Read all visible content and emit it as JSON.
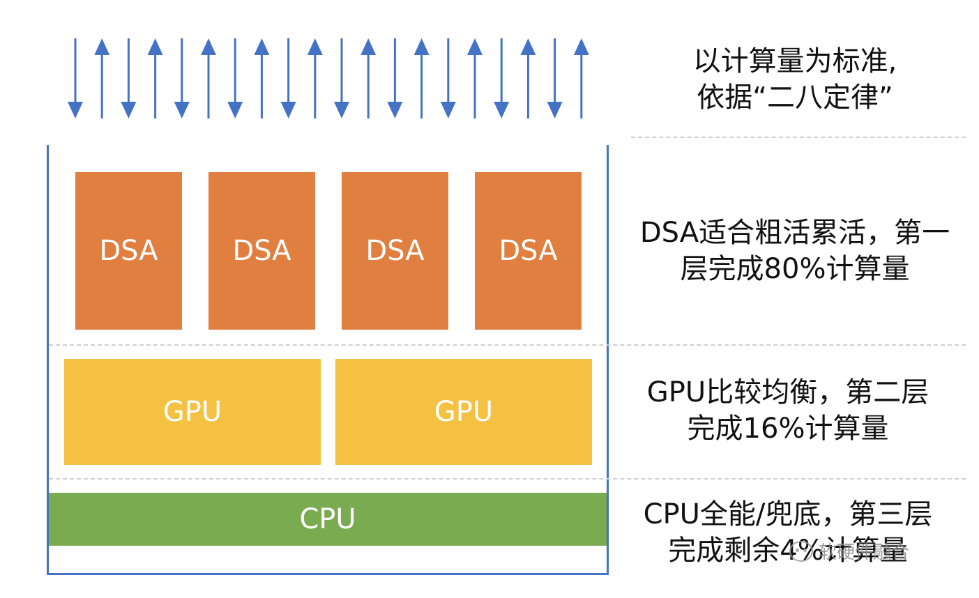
{
  "diagram": {
    "colors": {
      "arrow": "#4472c4",
      "frame": "#4472c4",
      "dsa": "#e07f3f",
      "gpu": "#f4c142",
      "cpu": "#7aab51",
      "divider": "#cfcfcf"
    },
    "arrows": [
      "down",
      "up",
      "down",
      "up",
      "down",
      "up",
      "down",
      "up",
      "down",
      "up",
      "down",
      "up",
      "down",
      "up",
      "down",
      "up",
      "down",
      "up",
      "down",
      "up"
    ],
    "dsa_blocks": [
      {
        "label": "DSA"
      },
      {
        "label": "DSA"
      },
      {
        "label": "DSA"
      },
      {
        "label": "DSA"
      }
    ],
    "gpu_blocks": [
      {
        "label": "GPU"
      },
      {
        "label": "GPU"
      }
    ],
    "cpu_block": {
      "label": "CPU"
    }
  },
  "descriptions": {
    "top": {
      "line1": "以计算量为标准,",
      "line2": "依据“二八定律”"
    },
    "dsa": {
      "line1": "DSA适合粗活累活，第一",
      "line2": "层完成80%计算量"
    },
    "gpu": {
      "line1": "GPU比较均衡，第二层",
      "line2": "完成16%计算量"
    },
    "cpu": {
      "line1": "CPU全能/兜底，第三层",
      "line2": "完成剩余4%计算量"
    }
  },
  "watermark": {
    "text": "软硬件融合",
    "icon": "wechat-icon"
  }
}
